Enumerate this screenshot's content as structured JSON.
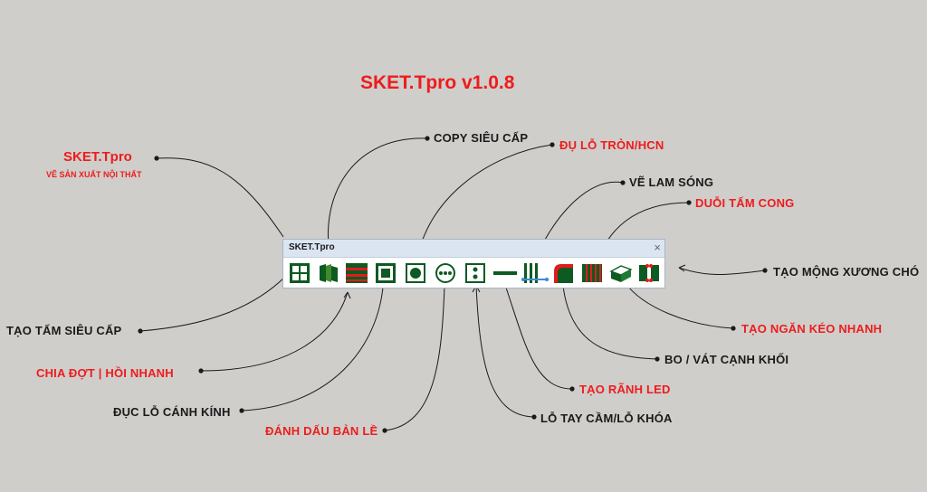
{
  "main_title": "SKET.Tpro v1.0.8",
  "brand": {
    "title": "SKET.Tpro",
    "subtitle": "VẼ SẢN XUẤT NỘI THẤT"
  },
  "toolbar": {
    "title": "SKET.Tpro",
    "close_label": "×"
  },
  "labels": {
    "copy": "COPY SIÊU CẤP",
    "du_lo": "ĐỤ LỖ TRÒN/HCN",
    "ve_lam": "VẼ LAM SÓNG",
    "duoi_tam": "DUỖI TẤM CONG",
    "tao_mong": "TẠO MỘNG XƯƠNG CHÓ",
    "tao_tam": "TẠO TẤM SIÊU CẤP",
    "chia_dot": "CHIA ĐỢT | HỒI NHANH",
    "duc_lo": "ĐỤC LỖ CÁNH KÍNH",
    "danh_dau": "ĐÁNH DẤU BẢN LỀ",
    "lo_tay": "LỖ TAY CẦM/LỖ KHÓA",
    "tao_ranh": "TẠO RÃNH LED",
    "bo_vat": "BO / VÁT CẠNH KHỐI",
    "tao_ngan": "TẠO NGĂN KÉO NHANH"
  },
  "colors": {
    "red": "#ee1c1c",
    "dark_green": "#0d5a22",
    "text_dark": "#1a1a1a"
  }
}
